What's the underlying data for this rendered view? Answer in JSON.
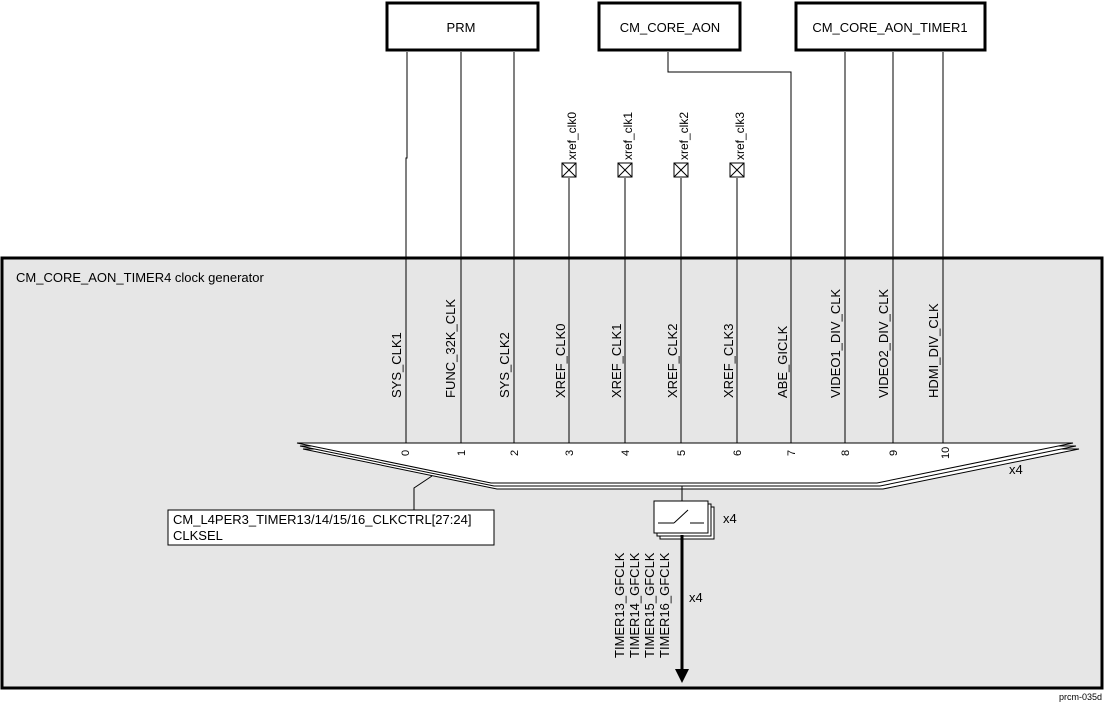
{
  "sources": {
    "prm": "PRM",
    "cm_core_aon": "CM_CORE_AON",
    "cm_core_aon_timer1": "CM_CORE_AON_TIMER1"
  },
  "xref_pins": [
    "xref_clk0",
    "xref_clk1",
    "xref_clk2",
    "xref_clk3"
  ],
  "generator_title": "CM_CORE_AON_TIMER4 clock generator",
  "clock_inputs": [
    "SYS_CLK1",
    "FUNC_32K_CLK",
    "SYS_CLK2",
    "XREF_CLK0",
    "XREF_CLK1",
    "XREF_CLK2",
    "XREF_CLK3",
    "ABE_GICLK",
    "VIDEO1_DIV_CLK",
    "VIDEO2_DIV_CLK",
    "HDMI_DIV_CLK"
  ],
  "mux_indices": [
    "0",
    "1",
    "2",
    "3",
    "4",
    "5",
    "6",
    "7",
    "8",
    "9",
    "10"
  ],
  "mux_multiplier": "x4",
  "gate_multiplier": "x4",
  "output_multiplier": "x4",
  "select_register": {
    "line1": "CM_L4PER3_TIMER13/14/15/16_CLKCTRL[27:24]",
    "line2": "CLKSEL"
  },
  "outputs": [
    "TIMER13_GFCLK",
    "TIMER14_GFCLK",
    "TIMER15_GFCLK",
    "TIMER16_GFCLK"
  ],
  "figure_id": "prcm-035d"
}
